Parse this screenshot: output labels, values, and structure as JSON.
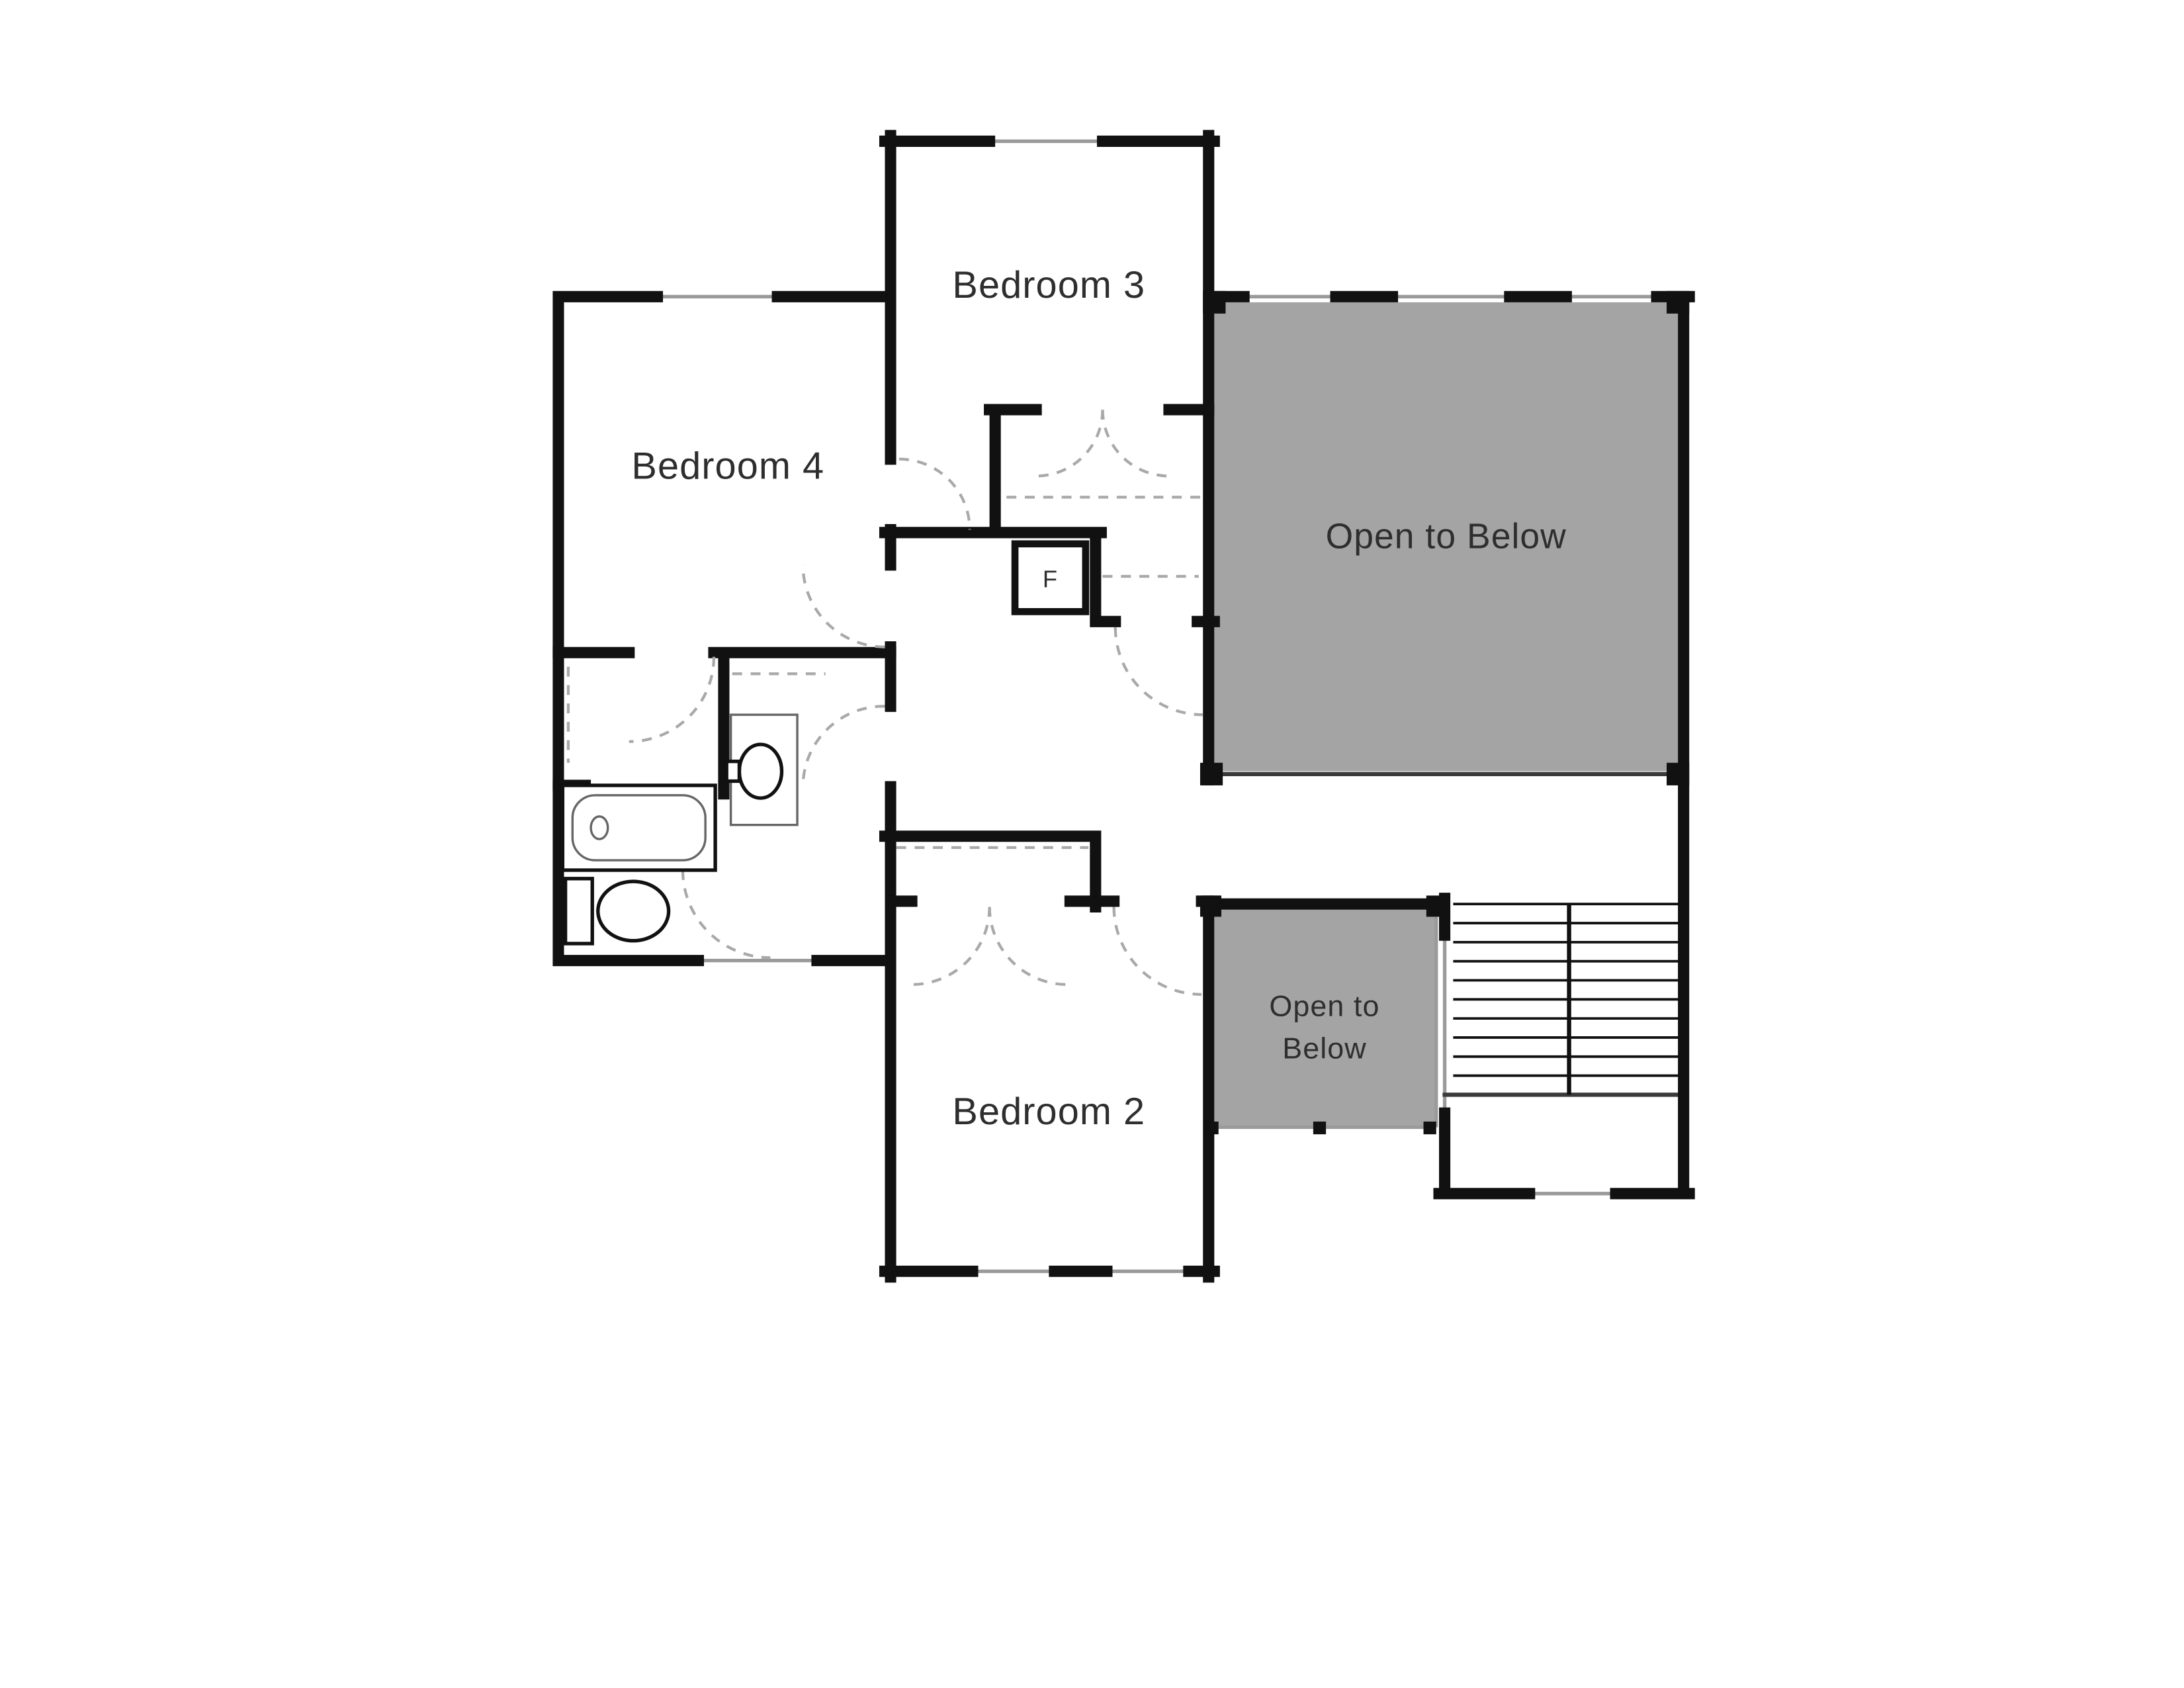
{
  "floorplan": {
    "labels": {
      "bedroom3": "Bedroom 3",
      "bedroom4": "Bedroom 4",
      "bedroom2": "Bedroom 2",
      "open_below_large": "Open to Below",
      "open_below_small_line1": "Open to",
      "open_below_small_line2": "Below",
      "furnace": "F"
    },
    "colors": {
      "open_area_fill": "#a4a4a4",
      "wall": "#111111",
      "background": "#ffffff"
    }
  }
}
